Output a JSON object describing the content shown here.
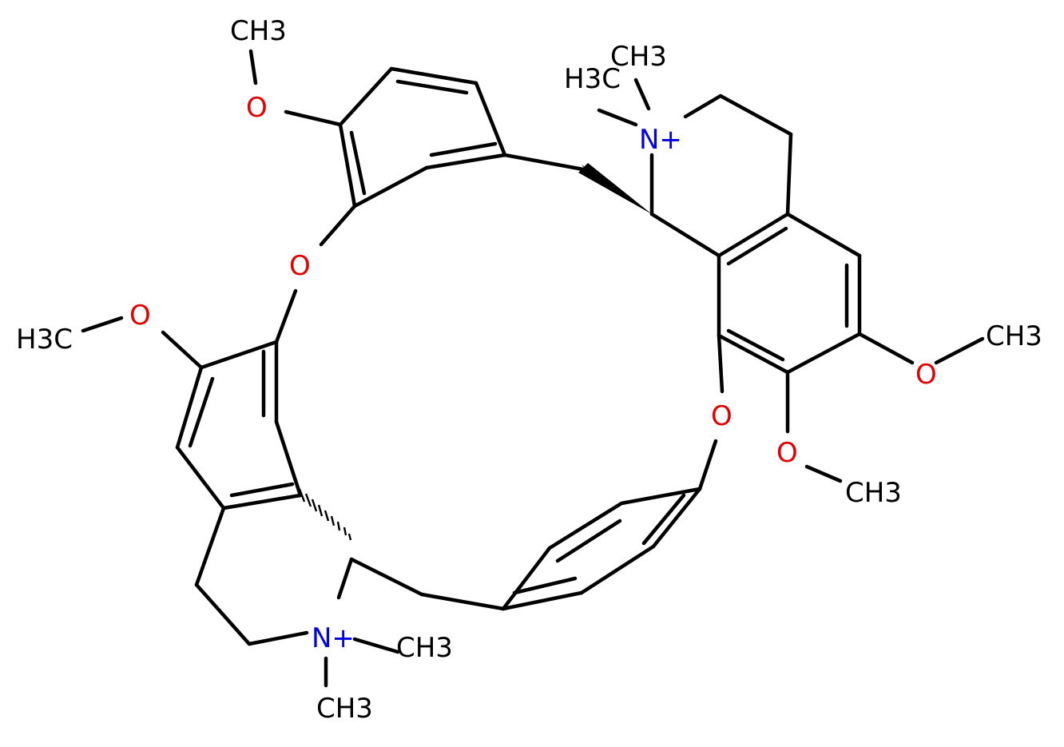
{
  "colors": {
    "bond": "#000000",
    "oxygen": "#e00000",
    "nitrogen": "#0000e0",
    "background": "#ffffff"
  },
  "labels": {
    "o_top": "O",
    "ch3_top": "CH3",
    "o_ring_left": "O",
    "o_left": "O",
    "h3c_left": "H3C",
    "n_top": "N+",
    "ch3_n_top": "CH3",
    "h3c_n_top": "H3C",
    "o_right": "O",
    "ch3_right": "CH3",
    "o_ring_right": "O",
    "o_right_lower": "O",
    "ch3_right_lower": "CH3",
    "n_bottom": "N+",
    "ch3_n_bottom_right": "CH3",
    "ch3_n_bottom": "CH3"
  }
}
